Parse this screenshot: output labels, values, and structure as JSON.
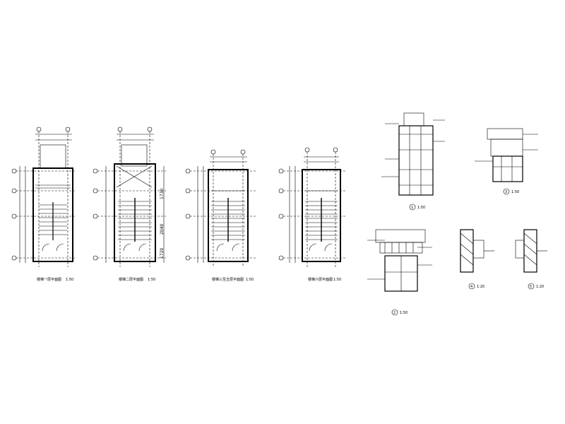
{
  "drawing": {
    "plans": [
      {
        "caption": "楼梯一层平面图",
        "scale": "1:50"
      },
      {
        "caption": "楼梯二层平面图",
        "scale": "1:50"
      },
      {
        "caption": "楼梯三至五层平面图",
        "scale": "1:50"
      },
      {
        "caption": "楼梯六层平面图",
        "scale": "1:50"
      }
    ],
    "plan_dimensions": [
      "1730",
      "2040",
      "1720"
    ],
    "details": [
      {
        "marker": "1",
        "scale": "1:50"
      },
      {
        "marker": "2",
        "scale": "1:50"
      },
      {
        "marker": "3",
        "scale": "1:50"
      },
      {
        "marker": "4",
        "scale": "1:20"
      },
      {
        "marker": "5",
        "scale": "1:20"
      }
    ]
  }
}
